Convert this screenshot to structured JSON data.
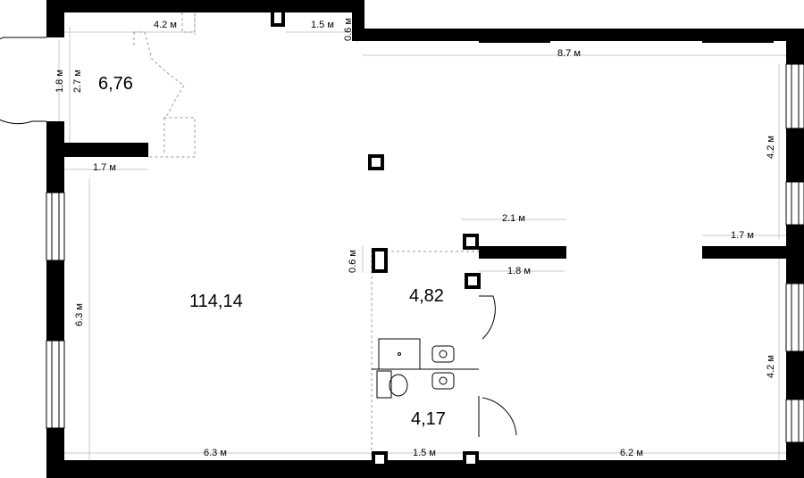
{
  "rooms": [
    {
      "id": "main",
      "area": "114,14"
    },
    {
      "id": "vestibule",
      "area": "6,76"
    },
    {
      "id": "bathroom-a",
      "area": "4,82"
    },
    {
      "id": "bathroom-b",
      "area": "4,17"
    }
  ],
  "dimensions": {
    "vestibule_top": "4.2 м",
    "top_mid": "1.5 м",
    "top_step": "0.6 м",
    "top_long": "8.7 м",
    "entry_height": "1.8 м",
    "vestibule_height": "2.7 м",
    "vestibule_bottom": "1.7 м",
    "right_upper": "4.2 м",
    "right_lower": "4.2 м",
    "partition_right": "1.7 м",
    "bath_top": "2.1 м",
    "bath_wall": "1.8 м",
    "bath_offset": "0.6 м",
    "left_side": "6.3 м",
    "bottom_left": "6.3 м",
    "bottom_mid": "1.5 м",
    "bottom_right": "6.2 м"
  }
}
